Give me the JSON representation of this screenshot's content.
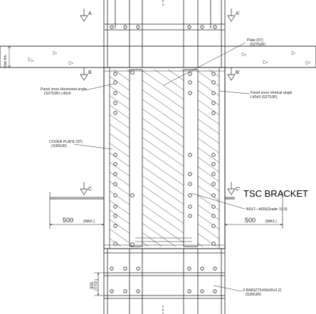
{
  "labels": {
    "slab_thk": "Slab thk.",
    "plate": "Plate (6T)",
    "plate_material": "(S275JR)",
    "panel_zone_h": "Panel zone Horizontal angle",
    "panel_zone_h_spec": "(S275JR)   L40x5",
    "panel_zone_v": "Panel zone Vertical angle",
    "panel_zone_v_spec": "L40x5  (S275JR)",
    "cover_plate": "COVER PLATE (9T)",
    "cover_plate_material": "(S355JR)",
    "bolt": "BOLT---M20(Grade 10.9)",
    "z_bar": "Z-BAR(Z72x50x30x3.2)",
    "z_bar_material": "(S355JR)",
    "tsc_bracket": "TSC BRACKET",
    "dim_left": "500",
    "dim_left_unit": "(MAX.)",
    "dim_right": "500",
    "dim_right_unit": "(MAX.)",
    "dim_vertical": "300",
    "dim_vertical_unit": "(TYP.)"
  },
  "section_marks": {
    "a_left": "A",
    "a_right": "A'",
    "b_left": "B",
    "b_right": "B'",
    "c_left": "C",
    "c_right": "C'"
  },
  "colors": {
    "line": "#222222",
    "hatch": "#333333",
    "background": "#ffffff"
  }
}
